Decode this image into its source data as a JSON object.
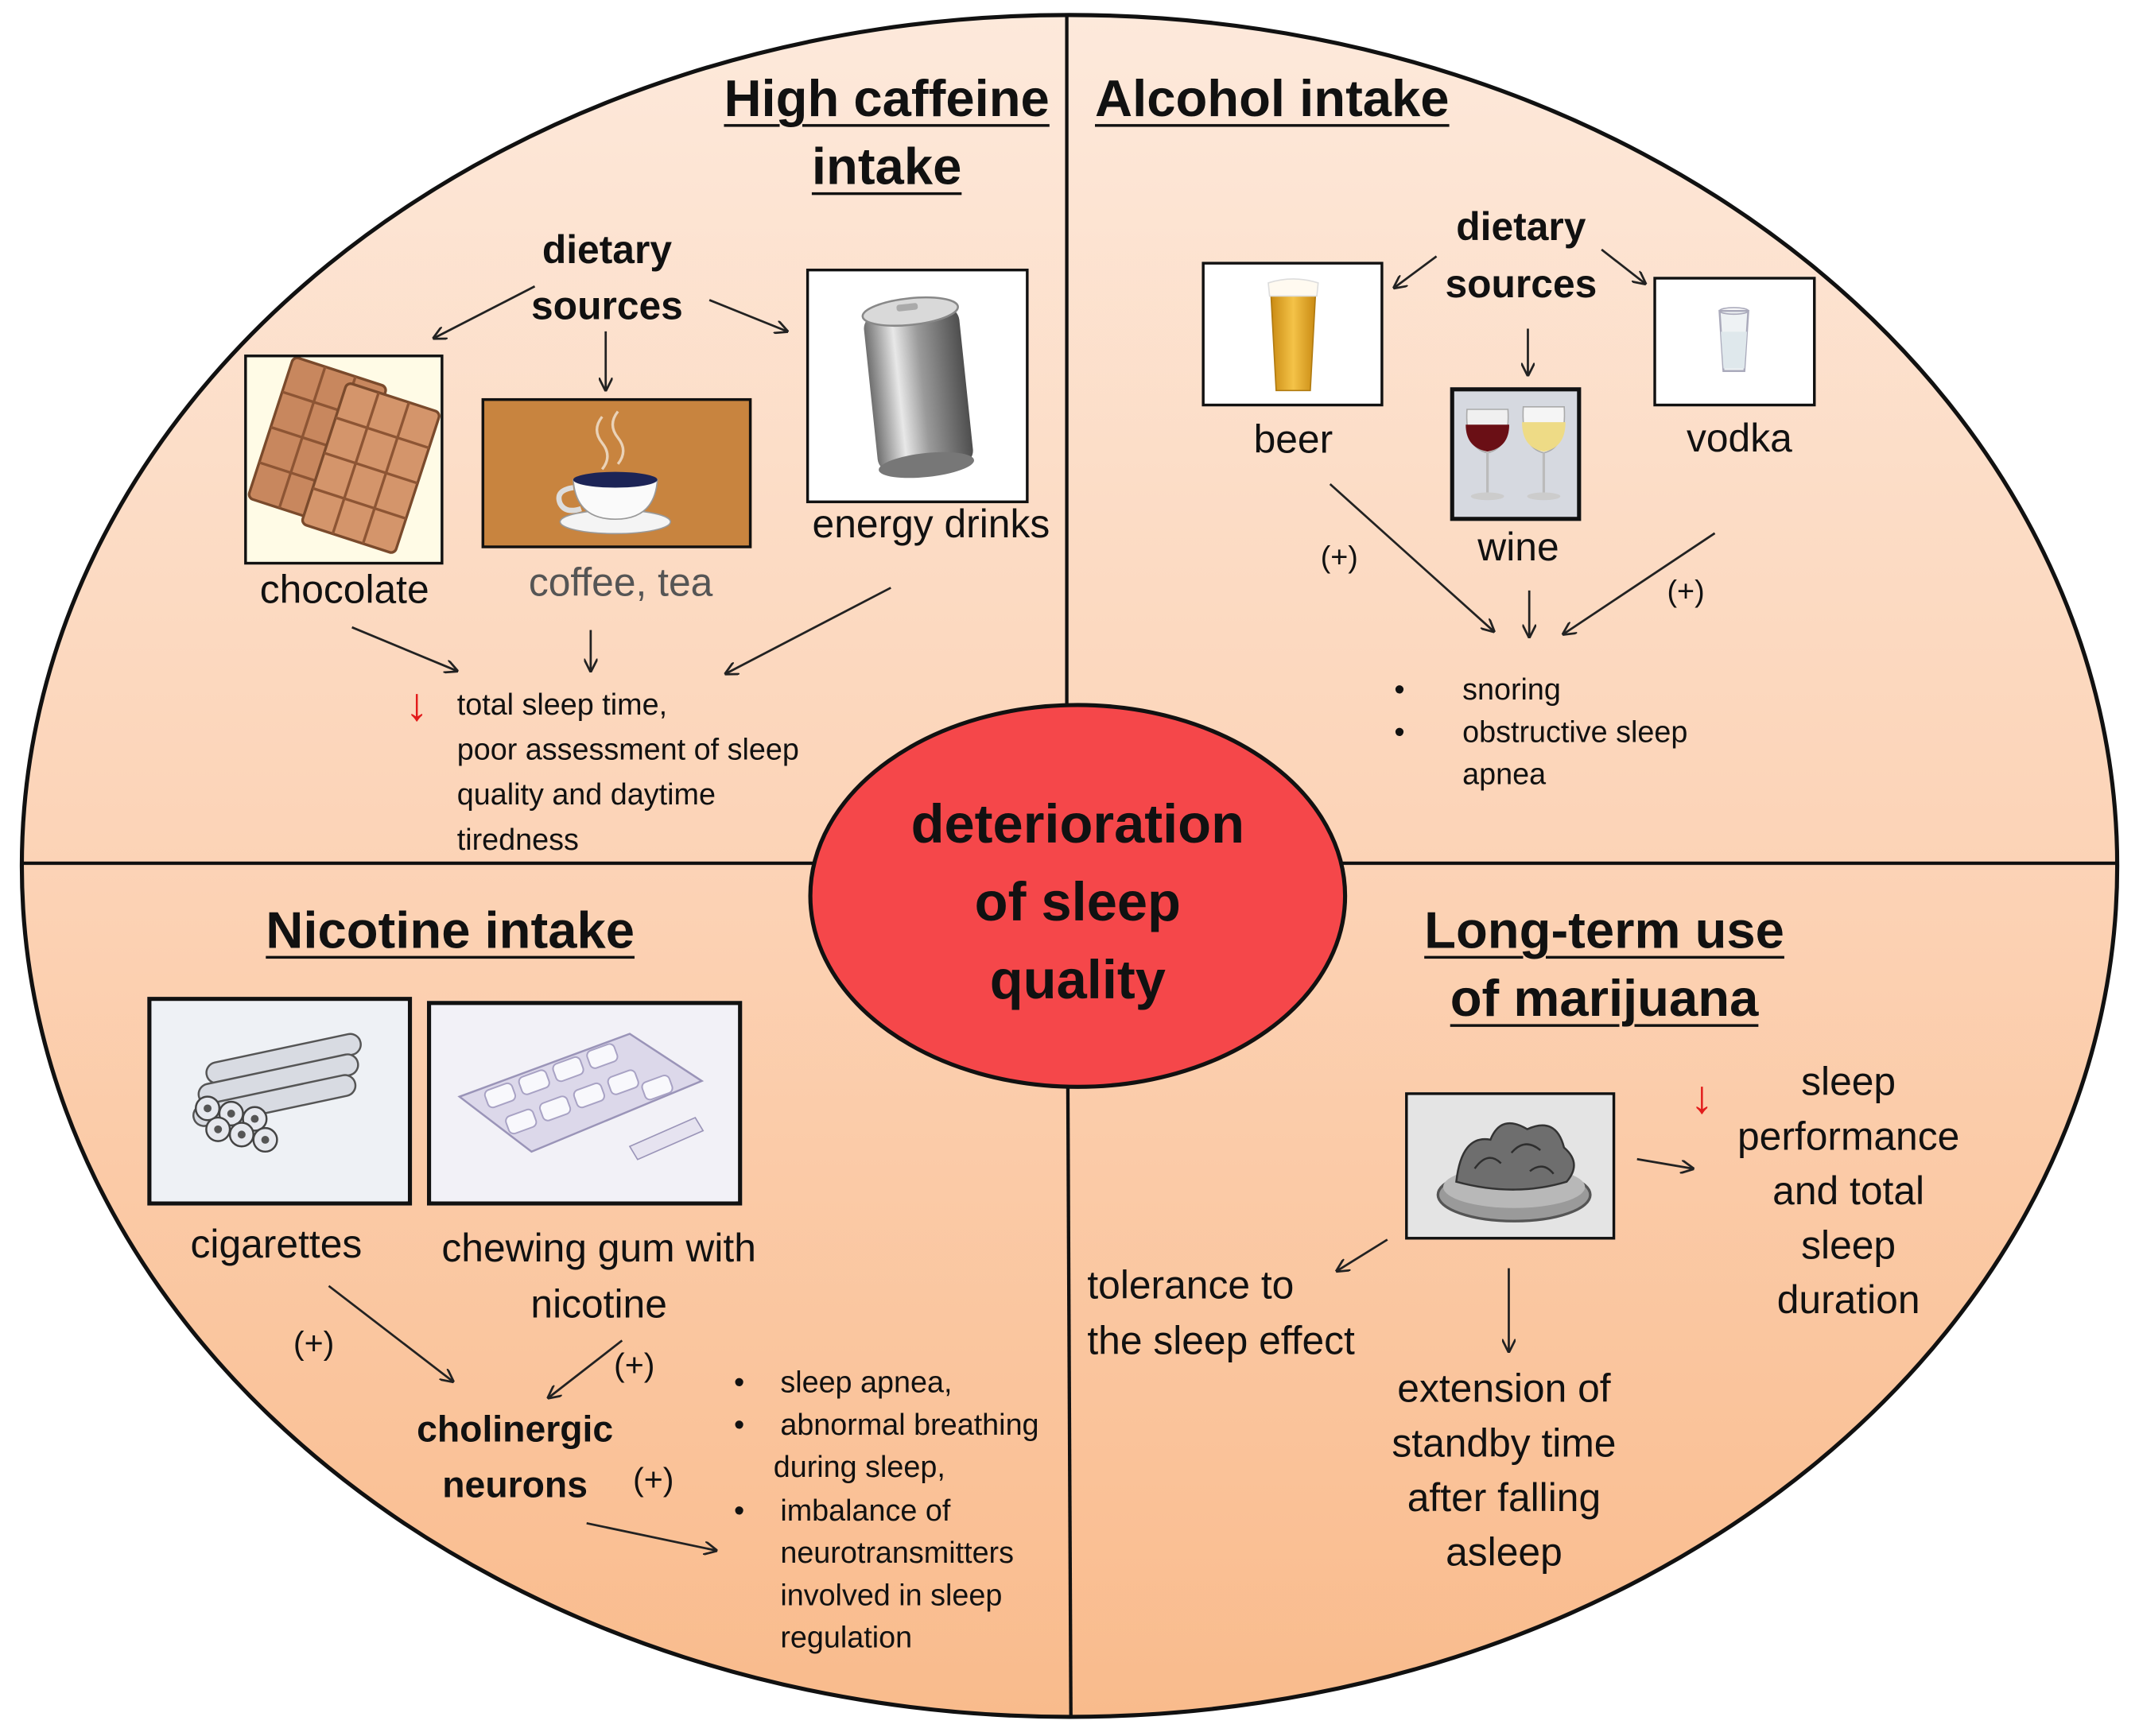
{
  "center": {
    "title_lines": [
      "deterioration",
      "of sleep",
      "quality"
    ]
  },
  "caffeine": {
    "title_lines": [
      "High caffeine",
      "intake"
    ],
    "sources_lines": [
      "dietary",
      "sources"
    ],
    "items": {
      "chocolate": "chocolate",
      "coffee": "coffee, tea",
      "energy": "energy drinks"
    },
    "effect_lines": [
      "total sleep time,",
      "poor assessment of sleep",
      "quality and daytime",
      "tiredness"
    ]
  },
  "alcohol": {
    "title": "Alcohol intake",
    "sources_lines": [
      "dietary",
      "sources"
    ],
    "items": {
      "beer": "beer",
      "wine": "wine",
      "vodka": "vodka"
    },
    "plus_marks": [
      "(+)",
      "(+)"
    ],
    "effects": [
      "snoring",
      "obstructive sleep",
      "apnea"
    ]
  },
  "nicotine": {
    "title": "Nicotine intake",
    "items": {
      "cigarettes": "cigarettes",
      "gum_lines": [
        "chewing gum with",
        "nicotine"
      ]
    },
    "plus_marks": [
      "(+)",
      "(+)",
      "(+)"
    ],
    "target_lines": [
      "cholinergic",
      "neurons"
    ],
    "effects": [
      "sleep apnea,",
      "abnormal breathing",
      "during sleep,",
      "imbalance of",
      "neurotransmitters",
      "involved in sleep",
      "regulation"
    ]
  },
  "marijuana": {
    "title_lines": [
      "Long-term use",
      "of marijuana"
    ],
    "tolerance_lines": [
      "tolerance to",
      "the sleep effect"
    ],
    "extension_lines": [
      "extension of",
      "standby time",
      "after falling",
      "asleep"
    ],
    "performance_lines": [
      "sleep",
      "performance",
      "and total",
      "sleep",
      "duration"
    ]
  },
  "colors": {
    "quadrant_top": "#fde5d4",
    "quadrant_bottom": "#f9bf94",
    "center": "#f5474a",
    "down_arrow": "#e21b1b"
  },
  "icons": {
    "decrease": "red-down-arrow-icon",
    "arrows": "black-arrow-icon"
  }
}
